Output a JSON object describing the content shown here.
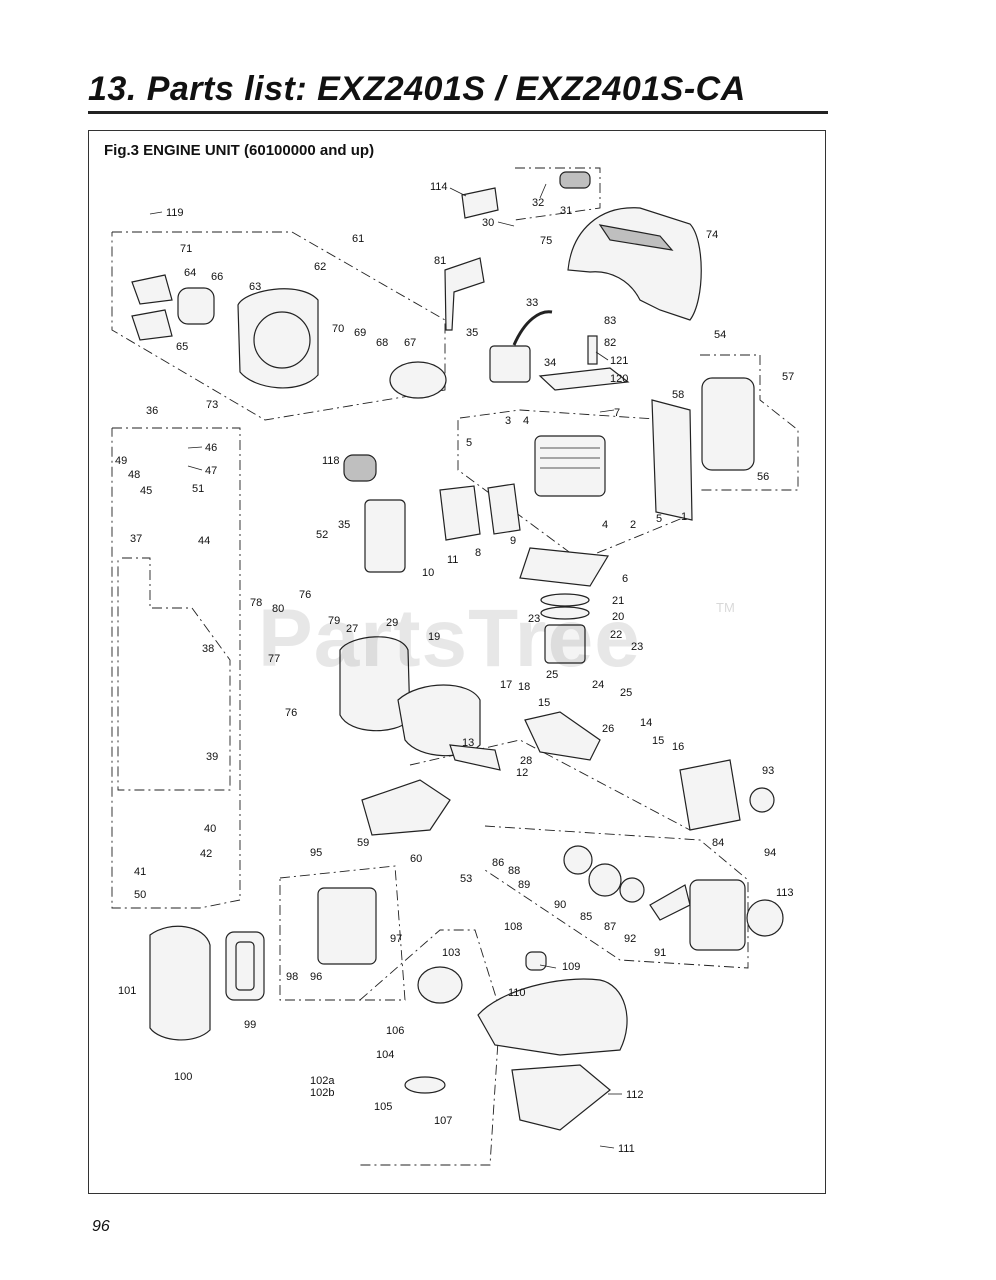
{
  "header": {
    "title": "13. Parts list: EXZ2401S / EXZ2401S-CA"
  },
  "figure": {
    "caption": "Fig.3 ENGINE UNIT  (60100000 and up)"
  },
  "watermark": {
    "text": "PartsTree",
    "tm": "TM"
  },
  "footer": {
    "page_number": "96"
  },
  "callouts": [
    "1",
    "2",
    "3",
    "4",
    "4",
    "5",
    "5",
    "6",
    "7",
    "8",
    "9",
    "10",
    "11",
    "12",
    "13",
    "14",
    "15",
    "15",
    "16",
    "17",
    "18",
    "19",
    "20",
    "21",
    "22",
    "23",
    "23",
    "24",
    "25",
    "25",
    "26",
    "27",
    "28",
    "29",
    "30",
    "31",
    "32",
    "33",
    "34",
    "35",
    "35",
    "36",
    "37",
    "38",
    "39",
    "40",
    "41",
    "42",
    "44",
    "45",
    "46",
    "47",
    "48",
    "49",
    "50",
    "51",
    "52",
    "53",
    "54",
    "56",
    "57",
    "58",
    "59",
    "60",
    "61",
    "62",
    "63",
    "64",
    "65",
    "66",
    "67",
    "68",
    "69",
    "70",
    "71",
    "73",
    "74",
    "75",
    "76",
    "76",
    "77",
    "78",
    "79",
    "80",
    "81",
    "82",
    "83",
    "84",
    "85",
    "86",
    "87",
    "88",
    "89",
    "90",
    "91",
    "92",
    "93",
    "94",
    "95",
    "96",
    "97",
    "98",
    "99",
    "100",
    "101",
    "102a",
    "102b",
    "103",
    "104",
    "105",
    "106",
    "107",
    "108",
    "109",
    "110",
    "111",
    "112",
    "113",
    "114",
    "118",
    "119",
    "120",
    "121"
  ]
}
